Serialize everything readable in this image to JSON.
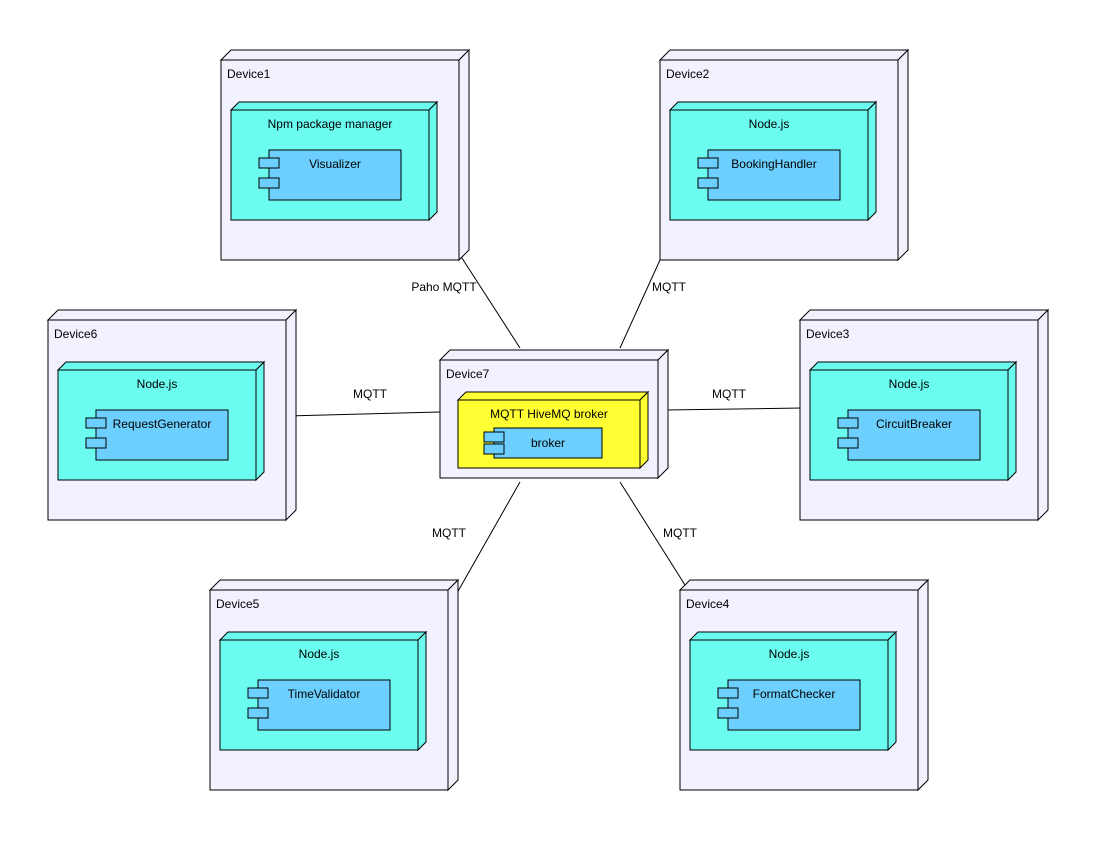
{
  "colors": {
    "device_fill": "#f1f2fd",
    "env_fill": "#6cfbef",
    "broker_env_fill": "#ffff33",
    "component_fill": "#6ccffd",
    "stroke": "#000000"
  },
  "devices": [
    {
      "id": "device1",
      "label": "Device1",
      "environment": "Npm package manager",
      "component": "Visualizer",
      "env_style": "env"
    },
    {
      "id": "device2",
      "label": "Device2",
      "environment": "Node.js",
      "component": "BookingHandler",
      "env_style": "env"
    },
    {
      "id": "device3",
      "label": "Device3",
      "environment": "Node.js",
      "component": "CircuitBreaker",
      "env_style": "env"
    },
    {
      "id": "device4",
      "label": "Device4",
      "environment": "Node.js",
      "component": "FormatChecker",
      "env_style": "env"
    },
    {
      "id": "device5",
      "label": "Device5",
      "environment": "Node.js",
      "component": "TimeValidator",
      "env_style": "env"
    },
    {
      "id": "device6",
      "label": "Device6",
      "environment": "Node.js",
      "component": "RequestGenerator",
      "env_style": "env"
    },
    {
      "id": "device7",
      "label": "Device7",
      "environment": "MQTT HiveMQ broker",
      "component": "broker",
      "env_style": "broker"
    }
  ],
  "connections": [
    {
      "from": "device1",
      "to": "device7",
      "label": "Paho MQTT"
    },
    {
      "from": "device2",
      "to": "device7",
      "label": "MQTT"
    },
    {
      "from": "device6",
      "to": "device7",
      "label": "MQTT"
    },
    {
      "from": "device7",
      "to": "device3",
      "label": "MQTT"
    },
    {
      "from": "device5",
      "to": "device7",
      "label": "MQTT"
    },
    {
      "from": "device7",
      "to": "device4",
      "label": "MQTT"
    }
  ]
}
